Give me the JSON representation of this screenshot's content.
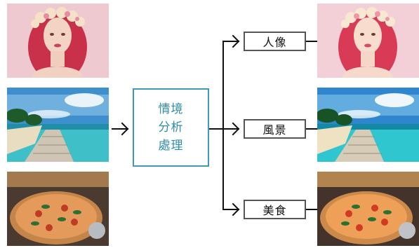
{
  "process": {
    "lines": [
      "情境",
      "分析",
      "處理"
    ]
  },
  "categories": [
    {
      "label": "人像",
      "image": "portrait-photo"
    },
    {
      "label": "風景",
      "image": "beach-scenery-photo"
    },
    {
      "label": "美食",
      "image": "pizza-photo"
    }
  ],
  "colors": {
    "process_border": "#3e9bb3",
    "process_text": "#2f8ea7",
    "label_border": "#555555",
    "connector": "#111111"
  }
}
